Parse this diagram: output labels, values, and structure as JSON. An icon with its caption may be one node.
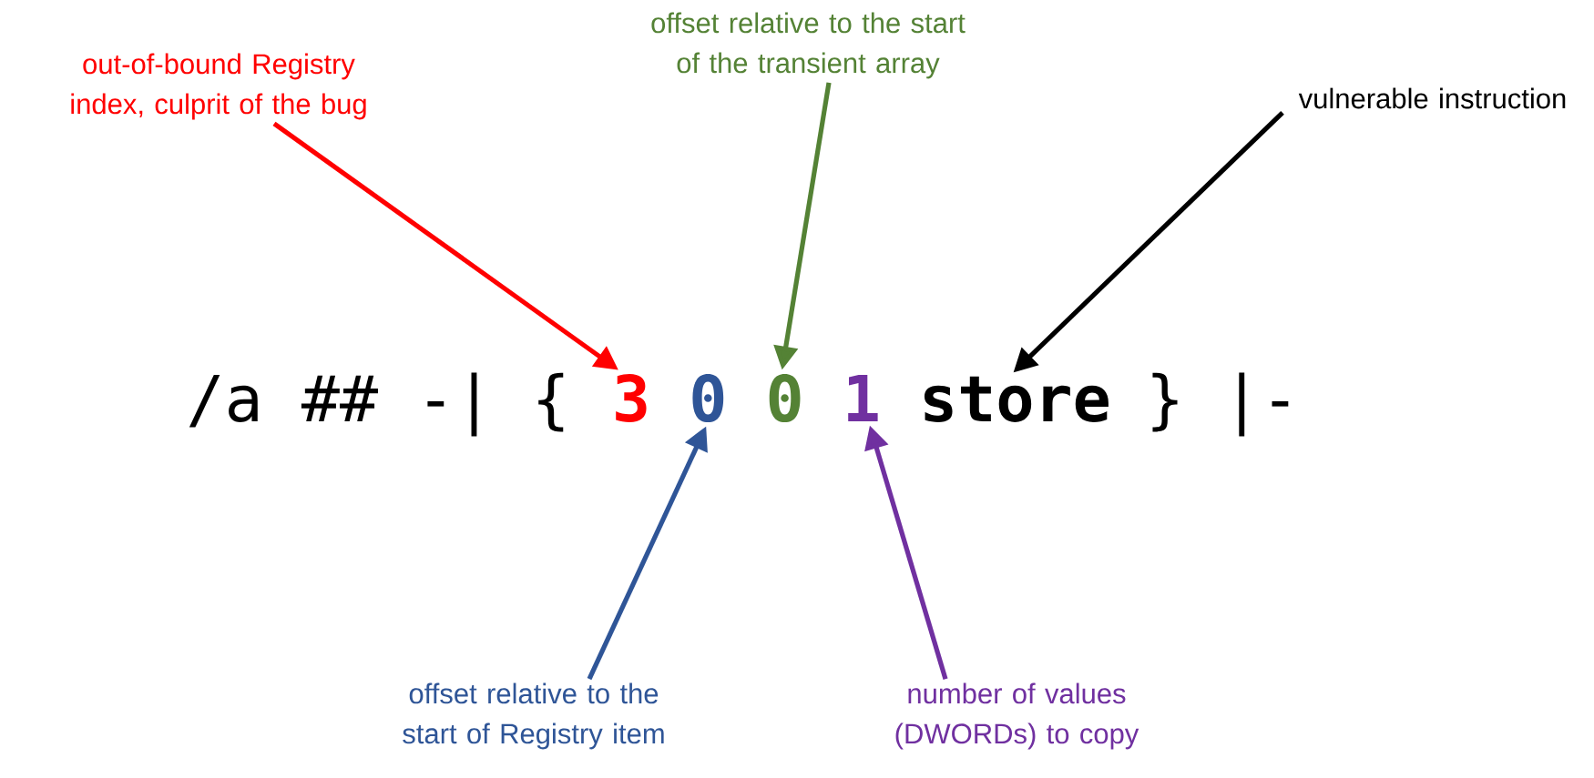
{
  "diagram": {
    "nodes": [
      {
        "text": [
          "out-of-bound Registry index, culprit of the bug"
        ]
      },
      {
        "text": [
          "offset relative to the start of the transient array"
        ]
      },
      {
        "text": [
          "vulnerable instruction"
        ]
      },
      {
        "text": [
          "offset relative to the start of Registry item"
        ]
      },
      {
        "text": [
          "number of values (DWORDs) to copy"
        ]
      },
      {
        "text": [
          "3"
        ]
      },
      {
        "text": [
          "0"
        ]
      },
      {
        "text": [
          "0"
        ]
      },
      {
        "text": [
          "1"
        ]
      },
      {
        "text": [
          "store"
        ]
      }
    ],
    "edges": [
      {
        "from": 0,
        "to": 5,
        "arrow": "to",
        "color": "#ff0000"
      },
      {
        "from": 1,
        "to": 7,
        "arrow": "to",
        "color": "#548235"
      },
      {
        "from": 2,
        "to": 9,
        "arrow": "to",
        "color": "#000000"
      },
      {
        "from": 3,
        "to": 6,
        "arrow": "to",
        "color": "#2f5597"
      },
      {
        "from": 4,
        "to": 8,
        "arrow": "to",
        "color": "#7030a0"
      }
    ],
    "labels": [
      "/a ## -| {",
      "} |-"
    ]
  }
}
